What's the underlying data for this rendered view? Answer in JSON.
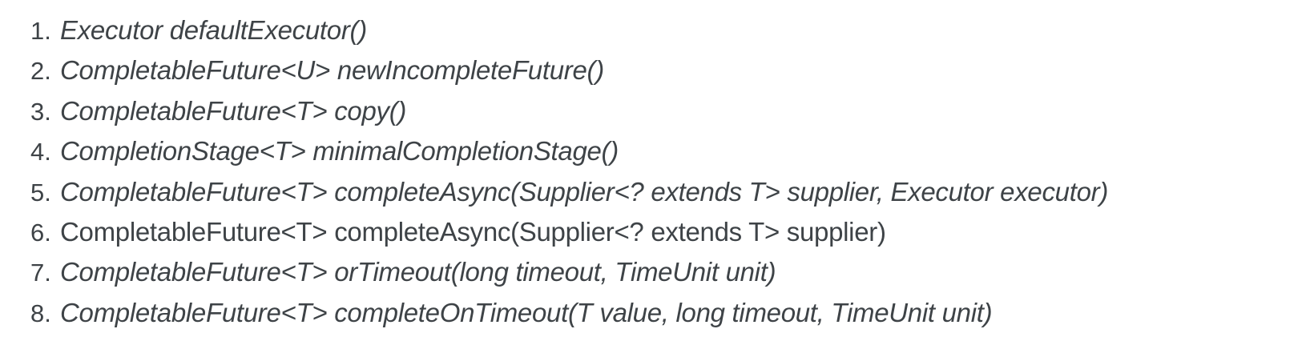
{
  "page": {
    "background_color": "#ffffff",
    "text_color": "#3e4347"
  },
  "list": {
    "items": [
      {
        "marker": "1.",
        "text": "Executor defaultExecutor()",
        "font_style": "italic"
      },
      {
        "marker": "2.",
        "text": "CompletableFuture<U> newIncompleteFuture()",
        "font_style": "italic"
      },
      {
        "marker": "3.",
        "text": "CompletableFuture<T> copy()",
        "font_style": "italic"
      },
      {
        "marker": "4.",
        "text": "CompletionStage<T> minimalCompletionStage()",
        "font_style": "italic"
      },
      {
        "marker": "5.",
        "text": "CompletableFuture<T> completeAsync(Supplier<? extends T> supplier, Executor executor)",
        "font_style": "italic"
      },
      {
        "marker": "6.",
        "text": "CompletableFuture<T> completeAsync(Supplier<? extends T> supplier)",
        "font_style": "normal"
      },
      {
        "marker": "7.",
        "text": "CompletableFuture<T> orTimeout(long timeout, TimeUnit unit)",
        "font_style": "italic"
      },
      {
        "marker": "8.",
        "text": "CompletableFuture<T> completeOnTimeout(T value, long timeout, TimeUnit unit)",
        "font_style": "italic"
      }
    ]
  }
}
